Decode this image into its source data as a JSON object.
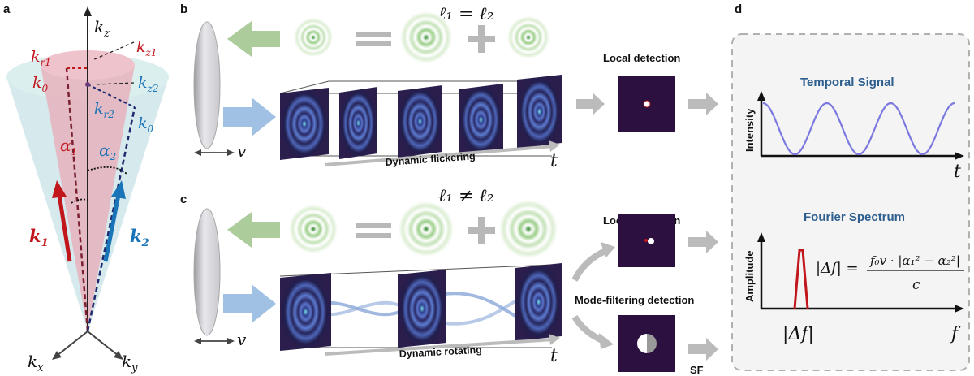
{
  "panels": {
    "a": "a",
    "b": "b",
    "c": "c",
    "d": "d"
  },
  "panel_a": {
    "kz": "k",
    "kz_sub": "z",
    "kx": "k",
    "kx_sub": "x",
    "ky": "k",
    "ky_sub": "y",
    "kr1": "k",
    "kr1_sub": "r1",
    "kz1": "k",
    "kz1_sub": "z1",
    "k0_left": "k",
    "k0_left_sub": "0",
    "kz2": "k",
    "kz2_sub": "z2",
    "kr2": "k",
    "kr2_sub": "r2",
    "k0_right": "k",
    "k0_right_sub": "0",
    "alpha1": "α",
    "alpha1_sub": "1",
    "alpha2": "α",
    "alpha2_sub": "2",
    "k1": "k",
    "k1_sub": "1",
    "k2": "k",
    "k2_sub": "2",
    "colors": {
      "red": "#c0161c",
      "blue": "#1a74b8",
      "cone_red": "#e8a9b6",
      "cone_blue": "#cfe6ea"
    }
  },
  "panel_b": {
    "condition": "ℓ₁ = ℓ₂",
    "motion_label": "v",
    "time_label": "t",
    "caption": "Dynamic flickering",
    "detector_title": "Local detection"
  },
  "panel_c": {
    "condition": "ℓ₁ ≠ ℓ₂",
    "motion_label": "v",
    "time_label": "t",
    "caption": "Dynamic rotating",
    "detector_title": "Local detection",
    "mode_filter_title": "Mode-filtering detection",
    "sf_label": "SF"
  },
  "panel_d": {
    "signal_title": "Temporal Signal",
    "signal_ylabel": "Intensity",
    "signal_xlabel": "t",
    "spectrum_title": "Fourier Spectrum",
    "spectrum_ylabel": "Amplitude",
    "spectrum_xlabel": "f",
    "delta_f_label": "|Δf|",
    "formula_lhs": "|Δf| =",
    "formula_num": "f₀v · |α₁² − α₂²|",
    "formula_den": "c",
    "colors": {
      "title": "#2d5e8e",
      "signal": "#7b79e0",
      "peak": "#c0161c"
    }
  },
  "chart_data": [
    {
      "type": "line",
      "title": "Temporal Signal",
      "xlabel": "t",
      "ylabel": "Intensity",
      "series": [
        {
          "values": [
            1,
            0,
            1,
            0,
            1,
            0,
            1
          ]
        }
      ]
    },
    {
      "type": "line",
      "title": "Fourier Spectrum",
      "xlabel": "f",
      "ylabel": "Amplitude",
      "series": [
        {
          "values": [
            0,
            1,
            0
          ]
        }
      ]
    }
  ]
}
